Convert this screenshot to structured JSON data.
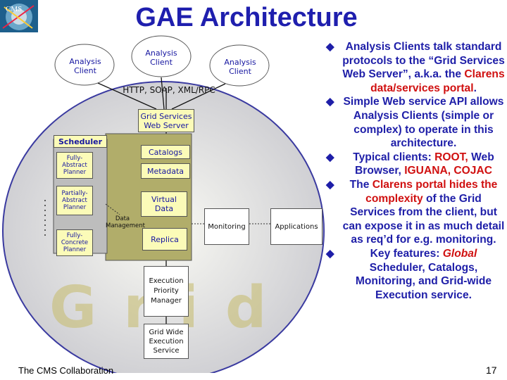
{
  "header": {
    "title": "GAE Architecture",
    "logo_text": "CMS"
  },
  "footer": {
    "collaboration": "The CMS Collaboration",
    "page_number": "17"
  },
  "diagram": {
    "clients": [
      "Analysis Client",
      "Analysis Client",
      "Analysis Client"
    ],
    "protocols": "HTTP, SOAP, XML/RPC",
    "server": "Grid Services Web Server",
    "scheduler": "Scheduler",
    "planners": [
      "Fully-Abstract Planner",
      "Partially-Abstract Planner",
      "Fully-Concrete Planner"
    ],
    "data_management": "Data Management",
    "services": [
      "Catalogs",
      "Metadata",
      "Virtual Data",
      "Replica"
    ],
    "monitoring": "Monitoring",
    "applications": "Applications",
    "execution_priority": "Execution Priority Manager",
    "grid_wide_execution": "Grid Wide Execution Service",
    "background_word": "Grid"
  },
  "bullets": {
    "b1": {
      "t1": "Analysis Clients talk standard protocols to the “Grid Services Web Server”, a.k.a. the ",
      "r1": "Clarens data/services portal",
      "t2": "."
    },
    "b2": {
      "t1": "Simple Web service API allows Analysis Clients (simple or complex) to operate in this architecture."
    },
    "b3": {
      "t1": "Typical clients: ",
      "r1": "ROOT,",
      "t2": " Web Browser, ",
      "r2": "IGUANA, COJAC"
    },
    "b4": {
      "t1": "The ",
      "r1": "Clarens portal hides the complexity",
      "t2": " of the Grid Services from the client, but can expose it in as much detail as req’d for e.g. monitoring."
    },
    "b5": {
      "t1": "Key features: ",
      "r1": "Global",
      "t2": " Scheduler, Catalogs, Monitoring, and Grid-wide Execution service."
    }
  }
}
